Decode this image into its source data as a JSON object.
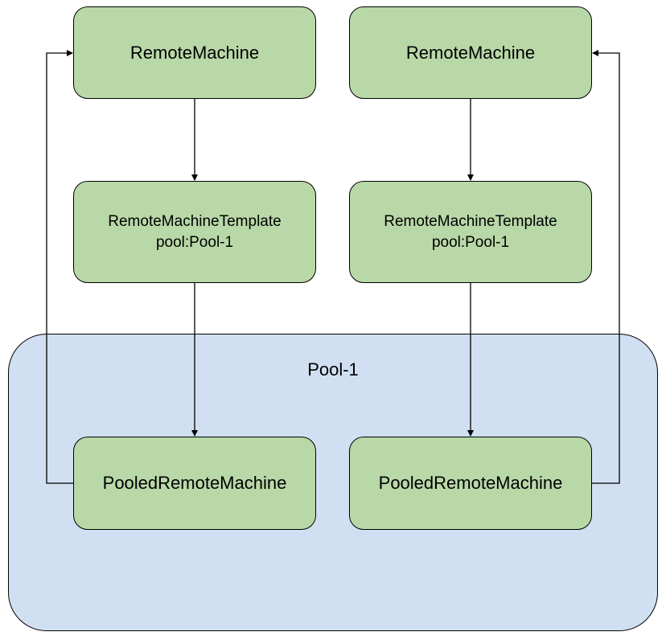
{
  "pool": {
    "label": "Pool-1"
  },
  "left": {
    "remote_machine": "RemoteMachine",
    "template": {
      "name": "RemoteMachineTemplate",
      "pool": "pool:Pool-1"
    },
    "pooled": "PooledRemoteMachine"
  },
  "right": {
    "remote_machine": "RemoteMachine",
    "template": {
      "name": "RemoteMachineTemplate",
      "pool": "pool:Pool-1"
    },
    "pooled": "PooledRemoteMachine"
  },
  "colors": {
    "node_fill": "#b8d8a8",
    "pool_fill": "#d0e0f2",
    "stroke": "#000000"
  }
}
